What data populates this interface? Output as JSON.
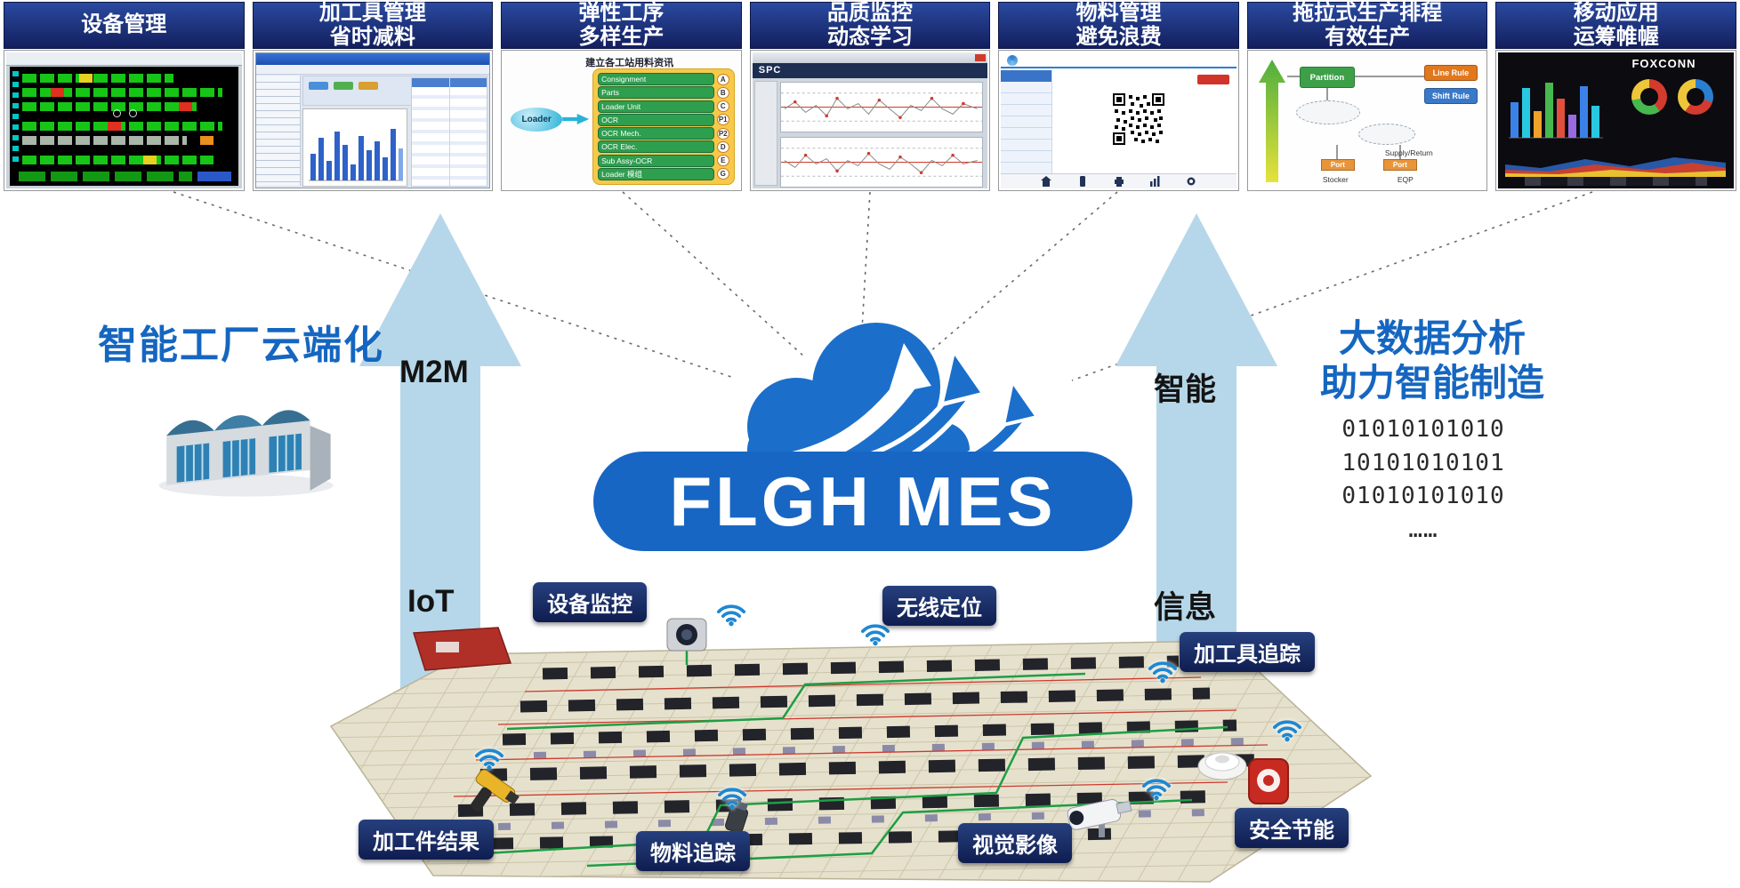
{
  "cards": [
    {
      "title1": "设备管理",
      "title2": ""
    },
    {
      "title1": "加工具管理",
      "title2": "省时减料"
    },
    {
      "title1": "弹性工序",
      "title2": "多样生产",
      "flow": {
        "note": "建立各工站用料资讯",
        "loader": "Loader",
        "steps": [
          {
            "label": "Consignment",
            "tag": "A"
          },
          {
            "label": "Parts",
            "tag": "B"
          },
          {
            "label": "Loader Unit",
            "tag": "C"
          },
          {
            "label": "OCR",
            "tag": "P1"
          },
          {
            "label": "OCR Mech.",
            "tag": "P2"
          },
          {
            "label": "OCR Elec.",
            "tag": "D"
          },
          {
            "label": "Sub Assy-OCR",
            "tag": "E"
          },
          {
            "label": "Loader 模组",
            "tag": "G"
          }
        ]
      }
    },
    {
      "title1": "品质监控",
      "title2": "动态学习",
      "brand": "SPC"
    },
    {
      "title1": "物料管理",
      "title2": "避免浪费"
    },
    {
      "title1": "拖拉式生产排程",
      "title2": "有效生产",
      "diagram": {
        "box1": "Partition",
        "box2": "Line Rule",
        "box3": "Shift Rule",
        "supply": "Supply/Return",
        "port1": "Port",
        "port2": "Port",
        "stocker": "Stocker",
        "eqp": "EQP"
      }
    },
    {
      "title1": "移动应用",
      "title2": "运筹帷幄",
      "brand": "FOXCONN"
    }
  ],
  "left_section": {
    "title": "智能工厂云端化",
    "arrow_top": "M2M",
    "arrow_bottom": "IoT"
  },
  "right_section": {
    "title1": "大数据分析",
    "title2": "助力智能制造",
    "arrow_top": "智能",
    "arrow_bottom": "信息",
    "binary": [
      "01010101010",
      "10101010101",
      "01010101010",
      "……"
    ]
  },
  "center": {
    "logo": "FLGH MES"
  },
  "floor": {
    "badges": [
      {
        "label": "设备监控"
      },
      {
        "label": "无线定位"
      },
      {
        "label": "加工具追踪"
      },
      {
        "label": "加工件结果"
      },
      {
        "label": "物料追踪"
      },
      {
        "label": "视觉影像"
      },
      {
        "label": "安全节能"
      }
    ]
  },
  "colors": {
    "header_blue": "#1c3590",
    "accent_blue": "#1566c0",
    "arrow_light_blue": "#b6d7e9",
    "badge_navy": "#14265e",
    "cloud_blue": "#1b6fca"
  }
}
